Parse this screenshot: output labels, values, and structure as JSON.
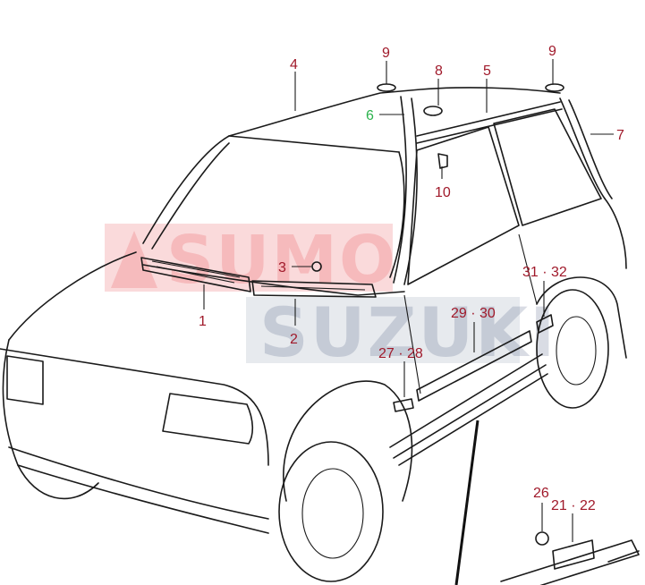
{
  "watermark": {
    "line1": "SUMO",
    "line2": "SUZUKI",
    "colors": {
      "red": "#e3222c",
      "navy": "#1d2f5c"
    }
  },
  "labels": {
    "p1": "1",
    "p2": "2",
    "p3": "3",
    "p4": "4",
    "p5": "5",
    "p6": "6",
    "p7": "7",
    "p8": "8",
    "p9a": "9",
    "p9b": "9",
    "p10": "10",
    "p21_22": "21 · 22",
    "p26": "26",
    "p27_28": "27 · 28",
    "p29_30": "29 · 30",
    "p31_32": "31 · 32"
  },
  "colors": {
    "label": "#a0192a",
    "highlight": "#2bb24c",
    "linework": "#1a1a1a"
  }
}
